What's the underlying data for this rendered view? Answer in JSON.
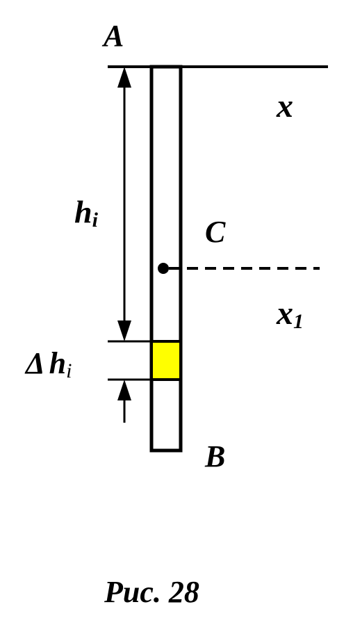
{
  "labels": {
    "top_end": "A",
    "bottom_end": "B",
    "center_point": "C",
    "axis_x": "x",
    "axis_x1": "x",
    "axis_x1_sub": "1",
    "height_h": "h",
    "height_h_sub": "i",
    "delta_symbol": "Δ",
    "delta_h": "h",
    "delta_h_sub": "i"
  },
  "caption": "Рис. 28",
  "colors": {
    "line": "#000000",
    "element_fill": "#ffff00",
    "background": "#ffffff"
  }
}
